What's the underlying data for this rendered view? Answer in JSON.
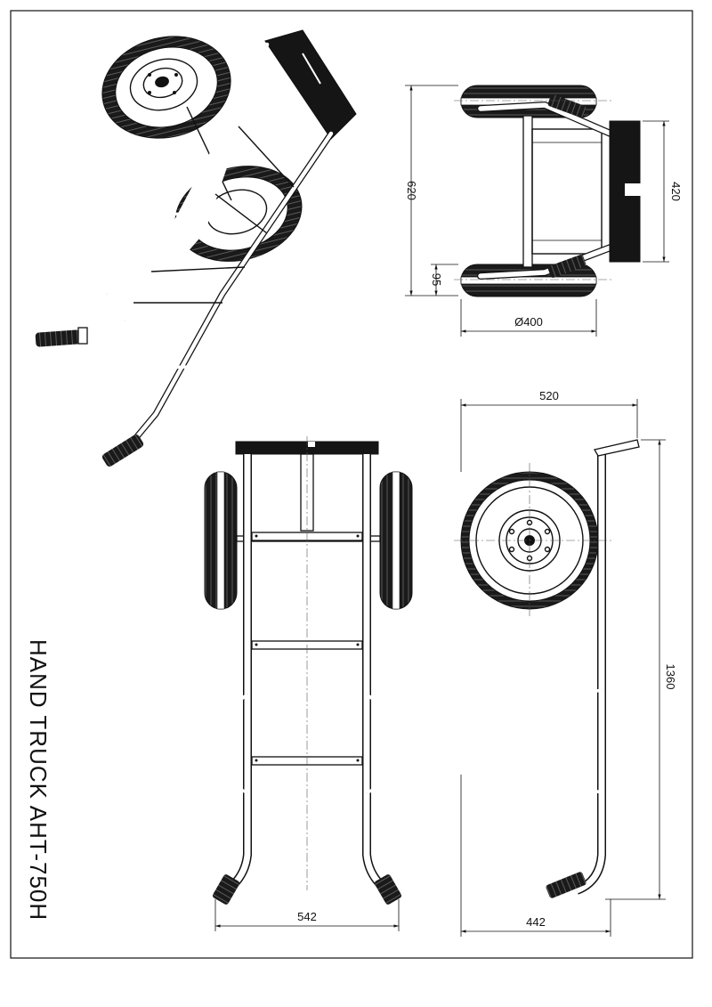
{
  "title": "HAND TRUCK  AHT-750H",
  "dimensions": {
    "plan_length": "620",
    "plan_width": "420",
    "plan_offset": "95",
    "wheel_diameter": "Ø400",
    "side_width": "520",
    "side_height": "1360",
    "side_depth": "442",
    "front_width": "542"
  },
  "colors": {
    "line": "#111111",
    "rubber": "#151515",
    "paper": "#ffffff"
  }
}
